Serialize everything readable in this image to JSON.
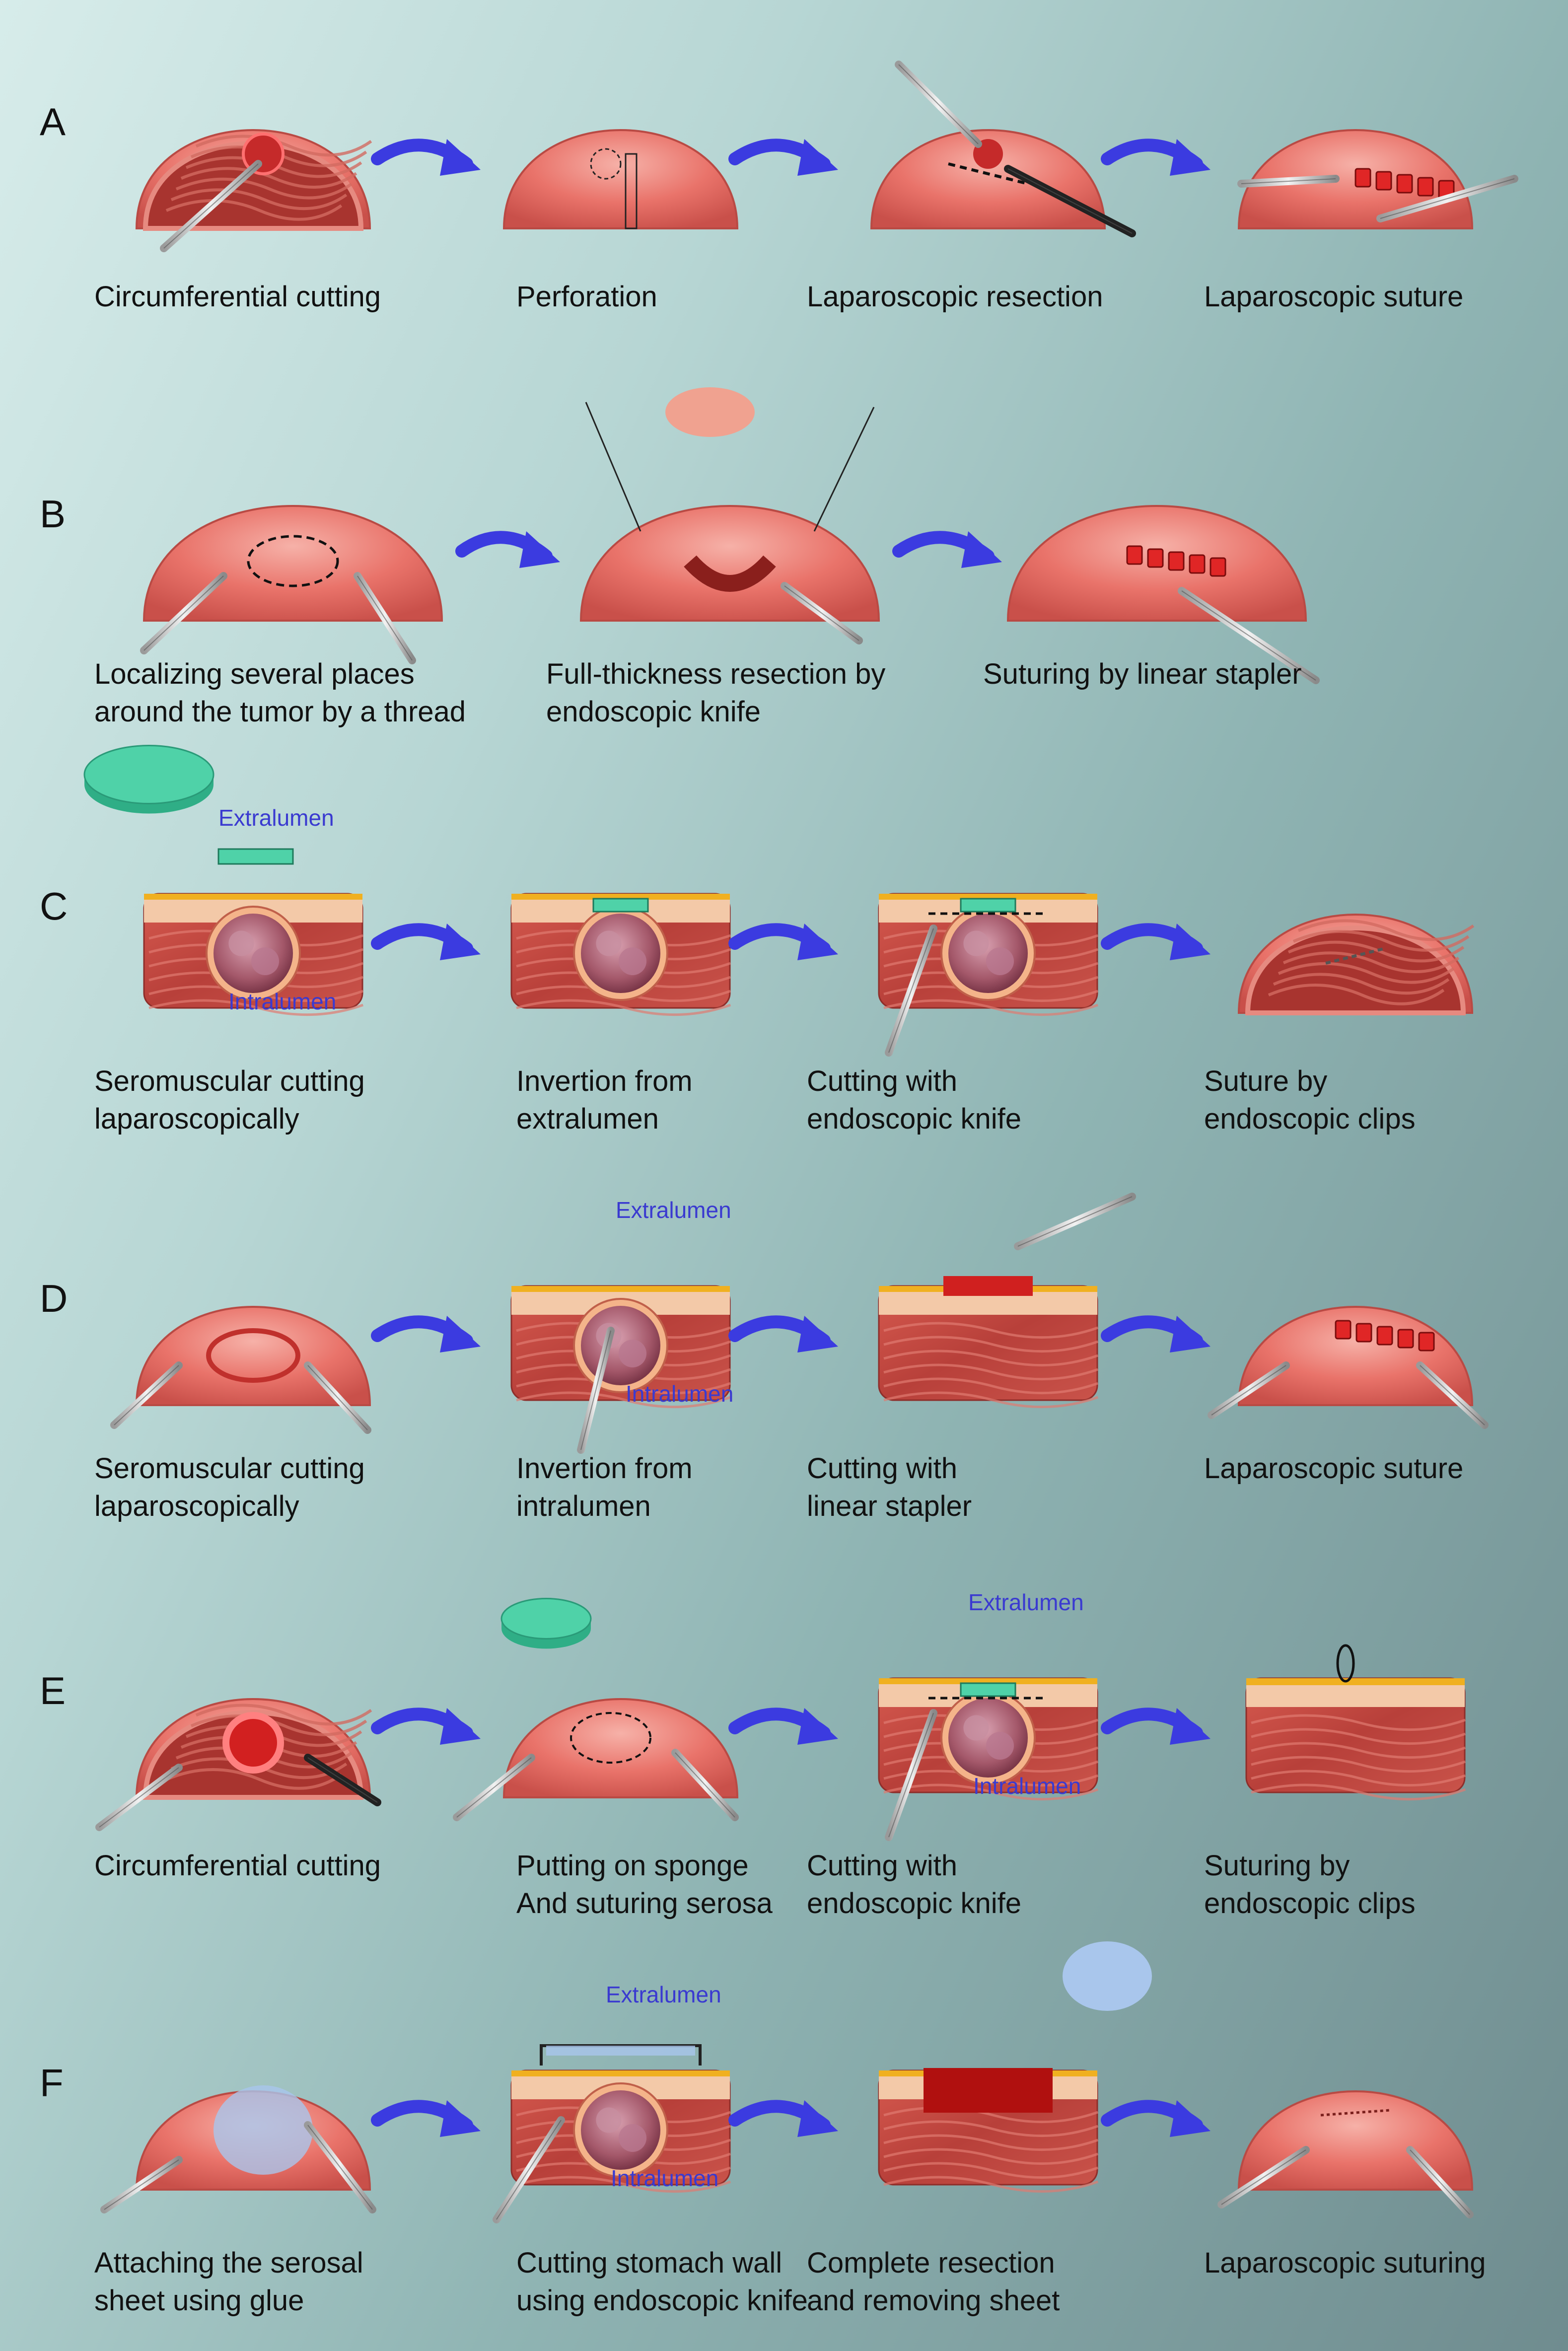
{
  "rows": [
    {
      "label": "A",
      "captions": [
        {
          "lines": [
            "Circumferential cutting"
          ]
        },
        {
          "lines": [
            "Perforation"
          ]
        },
        {
          "lines": [
            "Laparoscopic resection"
          ]
        },
        {
          "lines": [
            "Laparoscopic suture"
          ]
        }
      ]
    },
    {
      "label": "B",
      "captions": [
        {
          "lines": [
            "Localizing several places",
            "around the tumor by a thread"
          ]
        },
        {
          "lines": [
            "Full-thickness resection by",
            "endoscopic knife"
          ]
        },
        {
          "lines": [
            "Suturing by linear stapler"
          ]
        }
      ]
    },
    {
      "label": "C",
      "captions": [
        {
          "lines": [
            "Seromuscular cutting",
            "laparoscopically"
          ]
        },
        {
          "lines": [
            "Invertion from",
            "extralumen"
          ]
        },
        {
          "lines": [
            "Cutting with",
            "endoscopic knife"
          ]
        },
        {
          "lines": [
            "Suture by",
            "endoscopic clips"
          ]
        }
      ],
      "lumen_labels": [
        "Extralumen",
        "Intralumen"
      ]
    },
    {
      "label": "D",
      "captions": [
        {
          "lines": [
            "Seromuscular cutting",
            "laparoscopically"
          ]
        },
        {
          "lines": [
            "Invertion from",
            "intralumen"
          ]
        },
        {
          "lines": [
            "Cutting with",
            "linear stapler"
          ]
        },
        {
          "lines": [
            "Laparoscopic suture"
          ]
        }
      ],
      "lumen_labels": [
        "Extralumen",
        "Intralumen"
      ]
    },
    {
      "label": "E",
      "captions": [
        {
          "lines": [
            "Circumferential cutting"
          ]
        },
        {
          "lines": [
            "Putting on sponge",
            "And suturing serosa"
          ]
        },
        {
          "lines": [
            "Cutting with",
            "endoscopic knife"
          ]
        },
        {
          "lines": [
            "Suturing by",
            "endoscopic clips"
          ]
        }
      ],
      "lumen_labels": [
        "Extralumen",
        "Intralumen"
      ]
    },
    {
      "label": "F",
      "captions": [
        {
          "lines": [
            "Attaching the serosal",
            "sheet using glue"
          ]
        },
        {
          "lines": [
            "Cutting stomach wall",
            "using endoscopic knife"
          ]
        },
        {
          "lines": [
            "Complete resection",
            "and removing sheet"
          ]
        },
        {
          "lines": [
            "Laparoscopic suturing"
          ]
        }
      ],
      "lumen_labels": [
        "Extralumen",
        "Intralumen"
      ]
    }
  ],
  "colors": {
    "tissue": "#e9736a",
    "tissue_dark": "#c5463f",
    "arrow": "#3b3be0",
    "sponge": "#4fd2a8",
    "fat": "#f3c9a8",
    "serosa": "#f0b020",
    "sheet": "#a9c6ec"
  }
}
